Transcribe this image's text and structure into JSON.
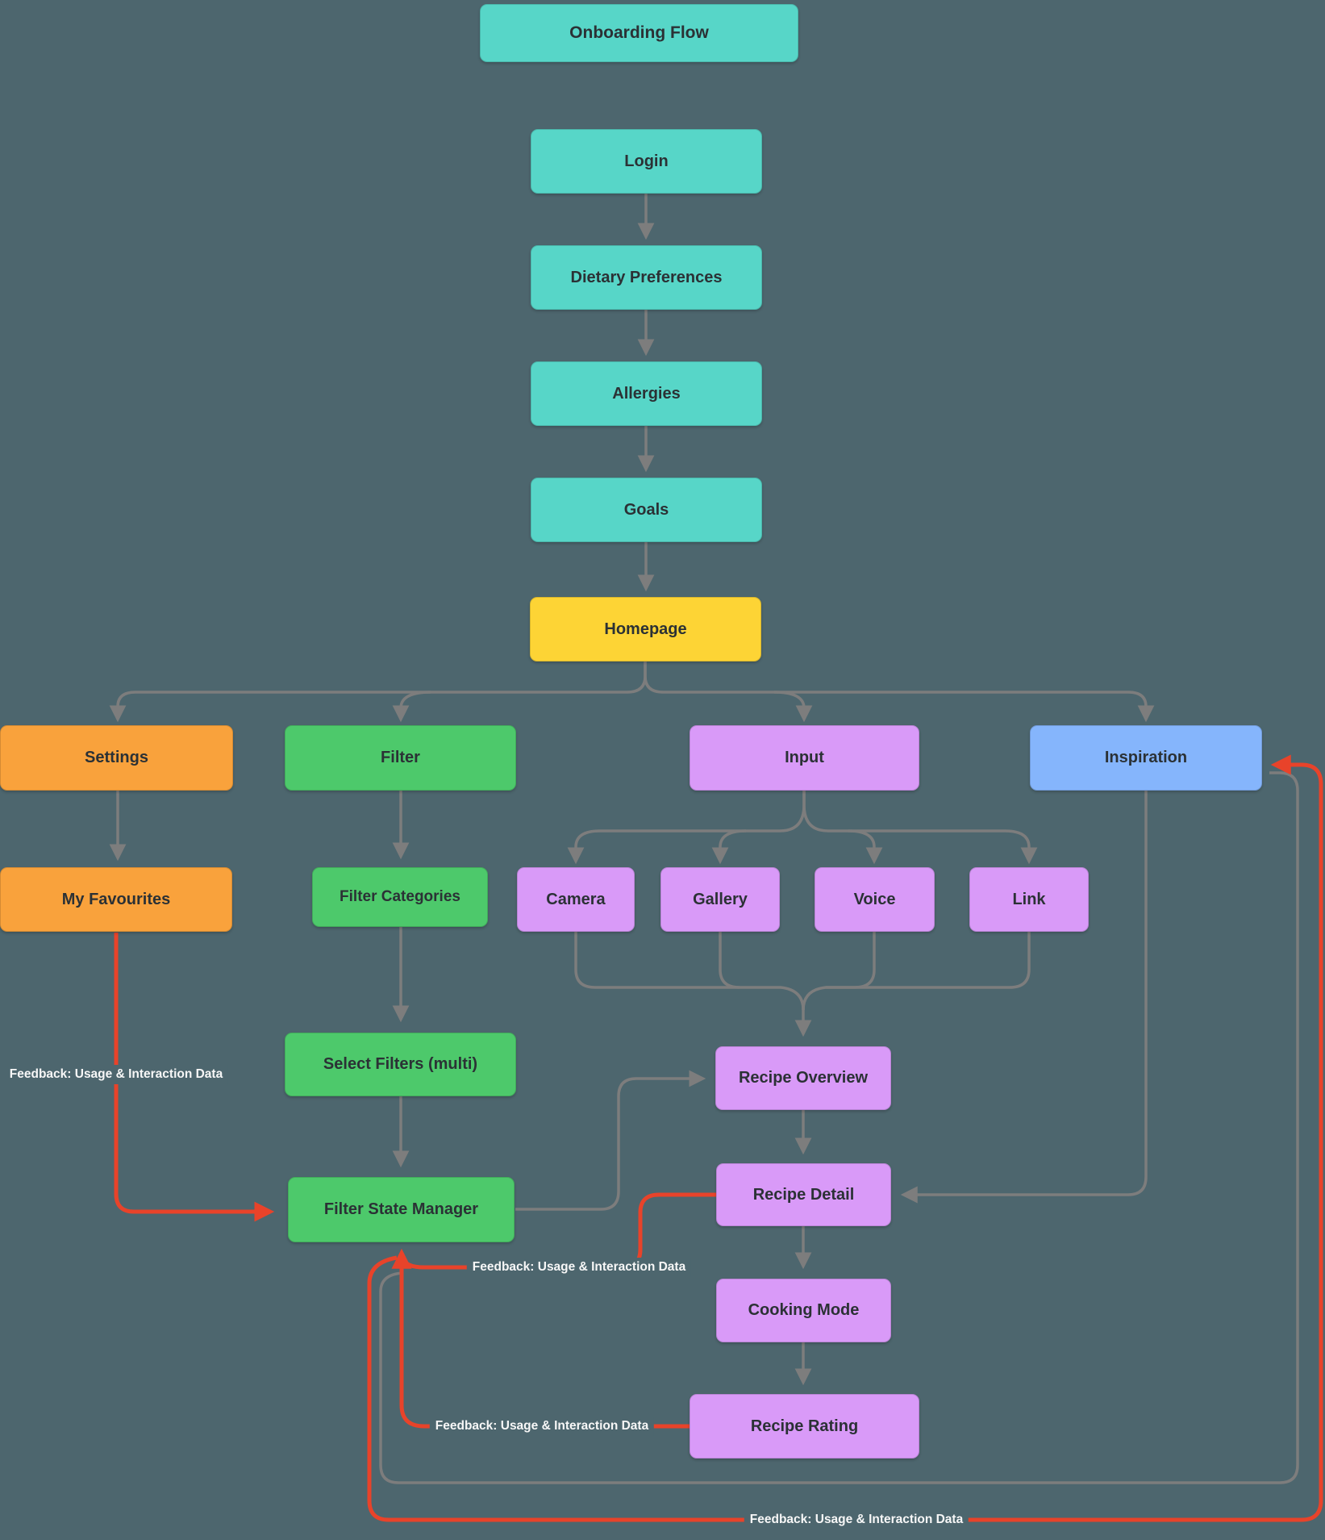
{
  "diagram": {
    "type": "flowchart",
    "title": "Onboarding Flow"
  },
  "nodes": {
    "onboarding_flow": {
      "label": "Onboarding Flow",
      "color": "#57d6c8"
    },
    "login": {
      "label": "Login",
      "color": "#57d6c8"
    },
    "dietary_preferences": {
      "label": "Dietary Preferences",
      "color": "#57d6c8"
    },
    "allergies": {
      "label": "Allergies",
      "color": "#57d6c8"
    },
    "goals": {
      "label": "Goals",
      "color": "#57d6c8"
    },
    "homepage": {
      "label": "Homepage",
      "color": "#fdd435"
    },
    "settings": {
      "label": "Settings",
      "color": "#f9a23c"
    },
    "filter": {
      "label": "Filter",
      "color": "#4dc96b"
    },
    "input": {
      "label": "Input",
      "color": "#d99af8"
    },
    "inspiration": {
      "label": "Inspiration",
      "color": "#85b5fc"
    },
    "my_favourites": {
      "label": "My Favourites",
      "color": "#f9a23c"
    },
    "filter_categories": {
      "label": "Filter Categories",
      "color": "#4dc96b"
    },
    "camera": {
      "label": "Camera",
      "color": "#d99af8"
    },
    "gallery": {
      "label": "Gallery",
      "color": "#d99af8"
    },
    "voice": {
      "label": "Voice",
      "color": "#d99af8"
    },
    "link": {
      "label": "Link",
      "color": "#d99af8"
    },
    "select_filters": {
      "label": "Select Filters (multi)",
      "color": "#4dc96b"
    },
    "filter_state_manager": {
      "label": "Filter State Manager",
      "color": "#4dc96b"
    },
    "recipe_overview": {
      "label": "Recipe Overview",
      "color": "#d99af8"
    },
    "recipe_detail": {
      "label": "Recipe Detail",
      "color": "#d99af8"
    },
    "cooking_mode": {
      "label": "Cooking Mode",
      "color": "#d99af8"
    },
    "recipe_rating": {
      "label": "Recipe Rating",
      "color": "#d99af8"
    }
  },
  "edge_labels": {
    "feedback": "Feedback: Usage & Interaction Data"
  },
  "colors": {
    "background": "#4d666e",
    "edge_gray": "#7d7d7d",
    "feedback_red": "#e8432a",
    "label_text": "#f7f7f7",
    "node_text": "#2b3135"
  }
}
